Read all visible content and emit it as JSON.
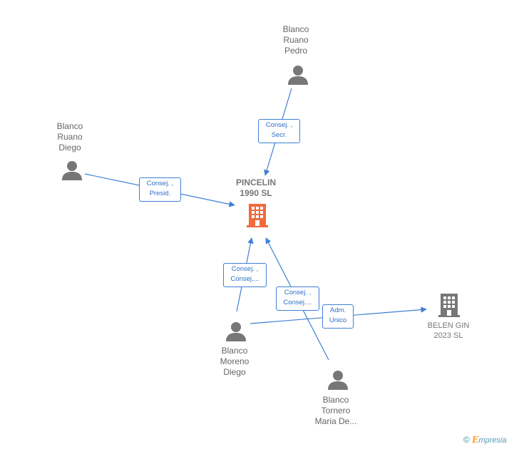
{
  "nodes": {
    "pincelin": {
      "lines": [
        "PINCELIN",
        "1990  SL"
      ],
      "type": "company",
      "icon": "building-icon",
      "color": "#f26a3c"
    },
    "belen": {
      "lines": [
        "BELEN GIN",
        "2023  SL"
      ],
      "type": "company",
      "icon": "building-icon",
      "color": "#777777"
    },
    "pedro": {
      "lines": [
        "Blanco",
        "Ruano",
        "Pedro"
      ],
      "type": "person",
      "icon": "person-icon"
    },
    "diego_ruano": {
      "lines": [
        "Blanco",
        "Ruano",
        "Diego"
      ],
      "type": "person",
      "icon": "person-icon"
    },
    "diego_moreno": {
      "lines": [
        "Blanco",
        "Moreno",
        "Diego"
      ],
      "type": "person",
      "icon": "person-icon"
    },
    "maria": {
      "lines": [
        "Blanco",
        "Tornero",
        "Maria De..."
      ],
      "type": "person",
      "icon": "person-icon"
    }
  },
  "edges": [
    {
      "from": "pedro",
      "to": "pincelin",
      "lines": [
        "Consej. ,",
        "Secr."
      ]
    },
    {
      "from": "diego_ruano",
      "to": "pincelin",
      "lines": [
        "Consej. ,",
        "Presid."
      ]
    },
    {
      "from": "diego_moreno",
      "to": "pincelin",
      "lines": [
        "Consej. ,",
        "Consej...."
      ]
    },
    {
      "from": "maria",
      "to": "pincelin",
      "lines": [
        "Consej. ,",
        "Consej...."
      ]
    },
    {
      "from": "diego_moreno",
      "to": "belen",
      "lines": [
        "Adm.",
        "Unico"
      ]
    }
  ],
  "colors": {
    "edge": "#3f7fd6",
    "person": "#777777"
  },
  "footer": {
    "symbol": "©",
    "e": "E",
    "brand": "mpresia"
  }
}
